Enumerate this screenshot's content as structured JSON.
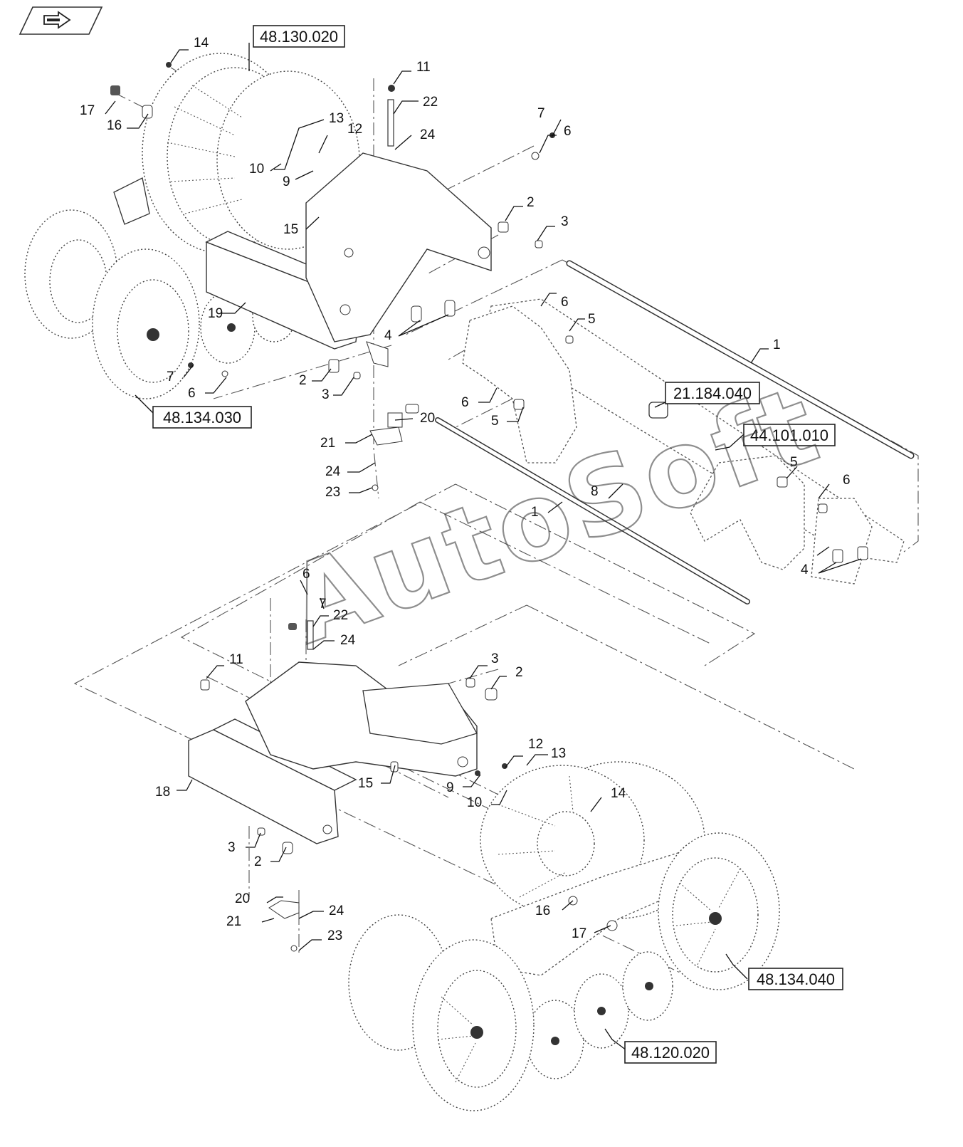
{
  "navigation": {
    "icon": "back-arrow-icon"
  },
  "watermark": {
    "text": "AutoSoft"
  },
  "references": [
    {
      "text": "48.130.020"
    },
    {
      "text": "48.134.030"
    },
    {
      "text": "21.184.040"
    },
    {
      "text": "44.101.010"
    },
    {
      "text": "48.134.040"
    },
    {
      "text": "48.120.020"
    }
  ],
  "callouts": [
    {
      "text": "14"
    },
    {
      "text": "17"
    },
    {
      "text": "16"
    },
    {
      "text": "11"
    },
    {
      "text": "22"
    },
    {
      "text": "13"
    },
    {
      "text": "12"
    },
    {
      "text": "24"
    },
    {
      "text": "7"
    },
    {
      "text": "6"
    },
    {
      "text": "10"
    },
    {
      "text": "9"
    },
    {
      "text": "2"
    },
    {
      "text": "15"
    },
    {
      "text": "3"
    },
    {
      "text": "6"
    },
    {
      "text": "5"
    },
    {
      "text": "19"
    },
    {
      "text": "4"
    },
    {
      "text": "1"
    },
    {
      "text": "7"
    },
    {
      "text": "6"
    },
    {
      "text": "2"
    },
    {
      "text": "3"
    },
    {
      "text": "6"
    },
    {
      "text": "5"
    },
    {
      "text": "20"
    },
    {
      "text": "21"
    },
    {
      "text": "24"
    },
    {
      "text": "23"
    },
    {
      "text": "5"
    },
    {
      "text": "6"
    },
    {
      "text": "8"
    },
    {
      "text": "1"
    },
    {
      "text": "4"
    },
    {
      "text": "6"
    },
    {
      "text": "7"
    },
    {
      "text": "22"
    },
    {
      "text": "24"
    },
    {
      "text": "11"
    },
    {
      "text": "3"
    },
    {
      "text": "2"
    },
    {
      "text": "12"
    },
    {
      "text": "13"
    },
    {
      "text": "18"
    },
    {
      "text": "15"
    },
    {
      "text": "9"
    },
    {
      "text": "10"
    },
    {
      "text": "14"
    },
    {
      "text": "3"
    },
    {
      "text": "2"
    },
    {
      "text": "20"
    },
    {
      "text": "24"
    },
    {
      "text": "21"
    },
    {
      "text": "23"
    },
    {
      "text": "16"
    },
    {
      "text": "17"
    }
  ]
}
